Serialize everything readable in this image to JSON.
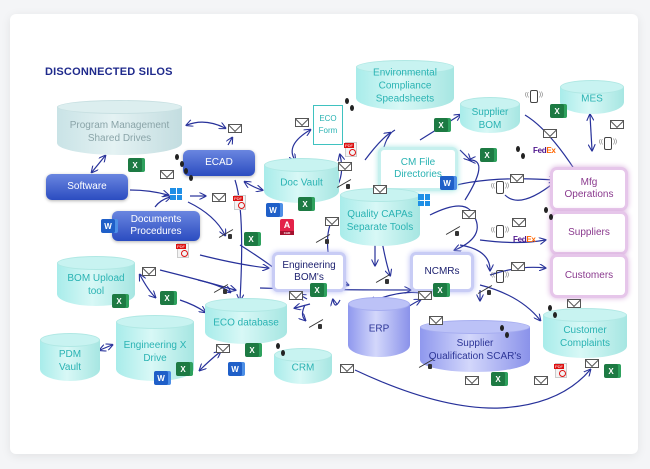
{
  "title": "DISCONNECTED SILOS",
  "colors": {
    "title": "#1f2a8c",
    "teal_text": "#2ab3b3",
    "blue_text": "#2c3597",
    "purple_text": "#8a3a8e",
    "arrow": "#27319a"
  },
  "nodes": {
    "program_management": "Program Management\nShared Drives",
    "ecad": "ECAD",
    "software": "Software",
    "documents_procedures": "Documents\nProcedures",
    "doc_vault": "Doc Vault",
    "eco_form": "ECO\nForm",
    "environmental": "Environmental\nCompliance\nSpeadsheets",
    "supplier_bom": "Supplier\nBOM",
    "mes": "MES",
    "cm_file": "CM File\nDirectories",
    "quality_capas": "Quality CAPAs\nSeparate Tools",
    "engineering_boms": "Engineering\nBOM's",
    "ncmrs": "NCMRs",
    "mfg_operations": "Mfg\nOperations",
    "suppliers": "Suppliers",
    "customers": "Customers",
    "bom_upload": "BOM Upload\ntool",
    "eco_database": "ECO database",
    "erp": "ERP",
    "supplier_qualification": "Supplier\nQualification SCAR's",
    "customer_complaints": "Customer\nComplaints",
    "pdm_vault": "PDM\nVault",
    "engineering_x": "Engineering X\nDrive",
    "crm": "CRM"
  },
  "icons": {
    "excel": "X",
    "word": "W",
    "autocad": "A",
    "autocad_sub": "CAD",
    "fedex_fe": "Fed",
    "fedex_ex": "Ex"
  }
}
